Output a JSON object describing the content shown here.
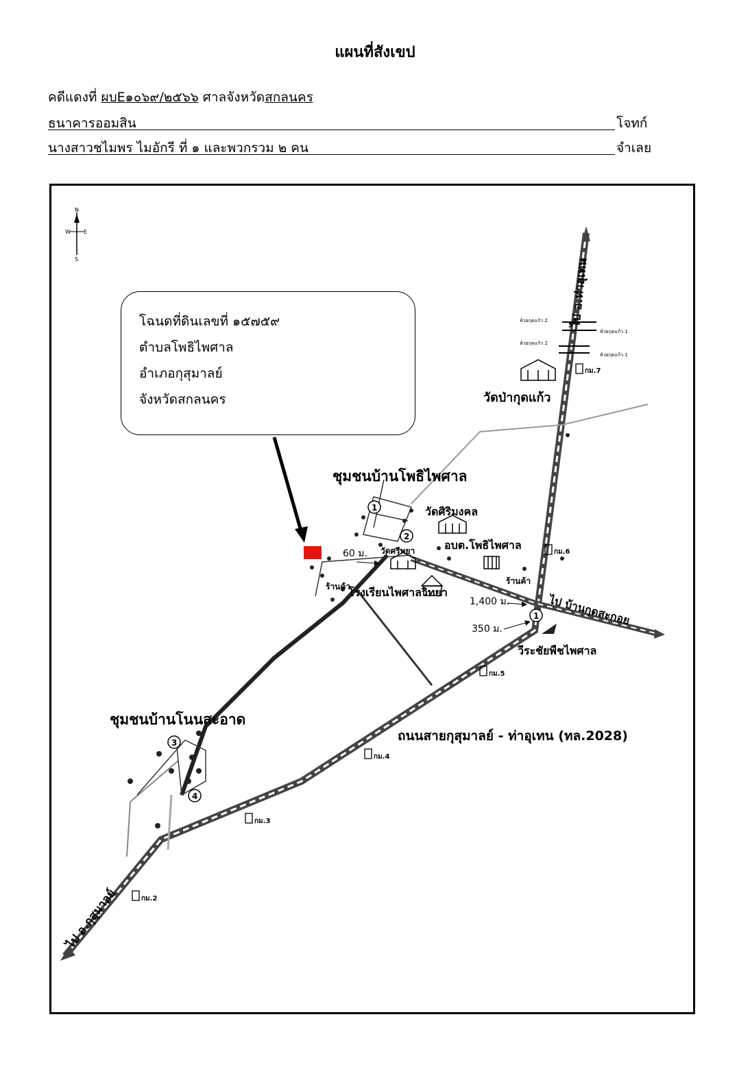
{
  "title": "แผนที่สังเขป",
  "case": {
    "prefix": "คดีแดงที่",
    "number": "ผบE๑๐๖๙/๒๕๖๖",
    "court_prefix": "ศาลจังหวัด",
    "court_name": "สกลนคร"
  },
  "plaintiff": {
    "name": "ธนาคารออมสิน",
    "role": "โจทก์"
  },
  "defendant": {
    "name": "นางสาวชไมพร ไมอักรี ที่ ๑ และพวกรวม ๒ คน",
    "role": "จำเลย"
  },
  "callout": {
    "lines": [
      "โฉนดที่ดินเลขที่ ๑๕๗๕๙",
      "ตำบลโพธิไพศาล",
      "อำเภอกุสุมาลย์",
      "จังหวัดสกลนคร"
    ]
  },
  "compass": {
    "n": "N",
    "s": "S",
    "w": "W",
    "e": "E"
  },
  "map_labels": {
    "community_1": "ชุมชนบ้านโพธิไพศาล",
    "community_2": "ชุมชนบ้านโนนสะอาด",
    "temple_1": "วัดป่ากุดแก้ว",
    "temple_2": "วัดศิริมงคล",
    "temple_3": "วัดศรีพยา",
    "office": "อบต.โพธิไพศาล",
    "school": "โรงเรียนไพศาลวิทยา",
    "shop_1": "ร้านค้า",
    "shop_2": "ร้านค้า",
    "memorial": "วีระชัยพืชไพศาล",
    "highway": "ถนนสายกุสุมาลย์ - ท่าอุเทน (ทล.2028)",
    "to_thauthen": "ไป อ.ท่าอุเทน",
    "to_kusuman": "ไป อ.กุสุมาลย์",
    "to_kutsakoi": "ไป บ้านกุดสะกอย",
    "dist_60": "60 ม.",
    "dist_1400": "1,400 ม.",
    "dist_350": "350 ม.",
    "km2": "กม.2",
    "km3": "กม.3",
    "km4": "กม.4",
    "km5": "กม.5",
    "km6": "กม.6",
    "km7": "กม.7",
    "bridge_1": "ห้วยกุดแก้ว 2",
    "bridge_2": "ห้วยกุดแก้ว 1",
    "bridge_3": "ห้วยกุดแก้ว 2",
    "bridge_4": "ห้วยกุดแก้ว 1",
    "n1": "1",
    "n2": "2",
    "n3": "3",
    "n4": "4",
    "n5": "1"
  },
  "colors": {
    "parcel_marker": "#e8130c",
    "road": "#555555"
  }
}
